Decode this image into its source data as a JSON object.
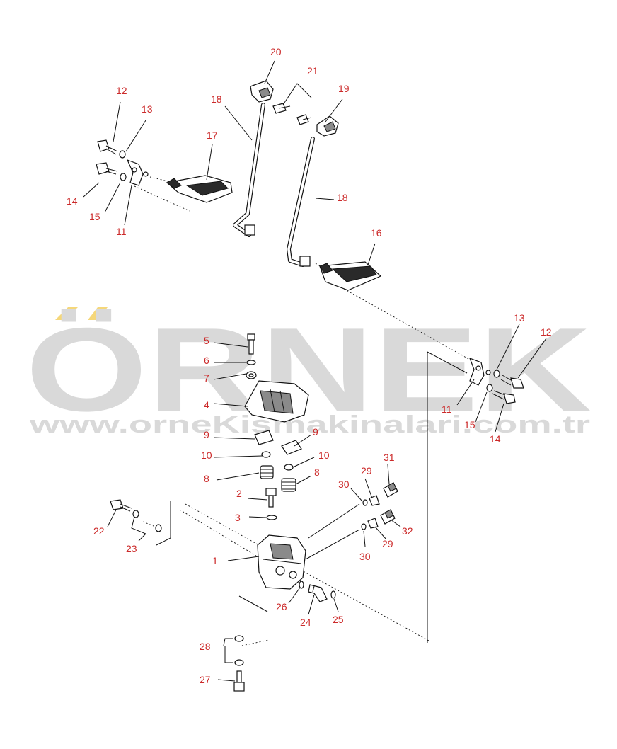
{
  "watermark": {
    "brand": "ÖRNEK",
    "url": "www.orneKismakinalari.com.tr",
    "accent_color": "#f5d77a",
    "text_color": "#d9d9d9"
  },
  "callout_color": "#cc2a2a",
  "callouts": {
    "c20": "20",
    "c21": "21",
    "c19": "19",
    "c18a": "18",
    "c18b": "18",
    "c12a": "12",
    "c13a": "13",
    "c17": "17",
    "c14a": "14",
    "c15a": "15",
    "c11a": "11",
    "c16": "16",
    "c13b": "13",
    "c12b": "12",
    "c11b": "11",
    "c15b": "15",
    "c14b": "14",
    "c5": "5",
    "c6": "6",
    "c7": "7",
    "c4": "4",
    "c9a": "9",
    "c9b": "9",
    "c10a": "10",
    "c10b": "10",
    "c8a": "8",
    "c8b": "8",
    "c31": "31",
    "c29a": "29",
    "c30a": "30",
    "c2": "2",
    "c3": "3",
    "c32": "32",
    "c29b": "29",
    "c30b": "30",
    "c22": "22",
    "c23": "23",
    "c1": "1",
    "c26": "26",
    "c24": "24",
    "c25": "25",
    "c28": "28",
    "c27": "27"
  }
}
